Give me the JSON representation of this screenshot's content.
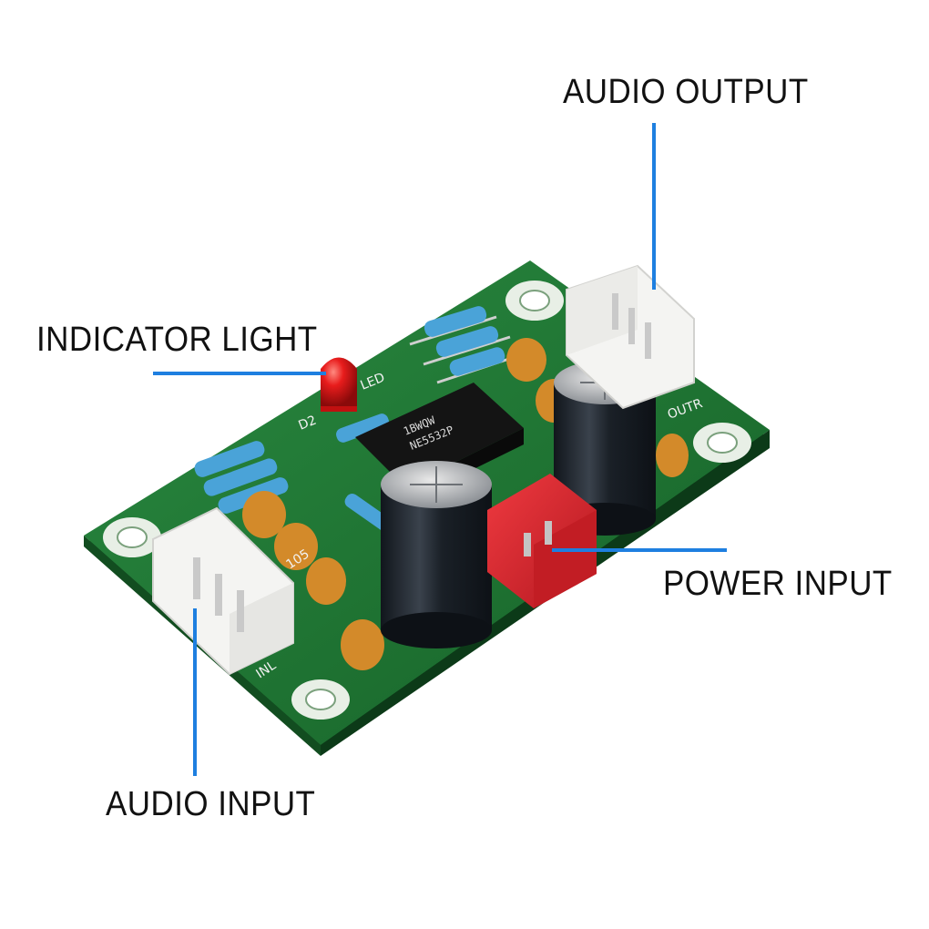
{
  "callouts": {
    "audio_output": "AUDIO OUTPUT",
    "indicator_light": "INDICATOR LIGHT",
    "power_input": "POWER INPUT",
    "audio_input": "AUDIO INPUT"
  },
  "board_silkscreen": {
    "led_label": "LED",
    "d2_label": "D2",
    "inl_label": "INL",
    "outr_label": "OUTR",
    "cap_code": "105",
    "chip_line1": "NE5532P",
    "chip_line2": "1BWQW"
  },
  "colors": {
    "pcb": "#1f7a35",
    "pcb_edge": "#0f4a1f",
    "callout_line": "#1e7fe0",
    "connector_white": "#f4f4f2",
    "connector_red": "#d9252c",
    "led": "#e01818",
    "capacitor_cap": "#d38a2a",
    "electrolytic": "#1c2128"
  }
}
